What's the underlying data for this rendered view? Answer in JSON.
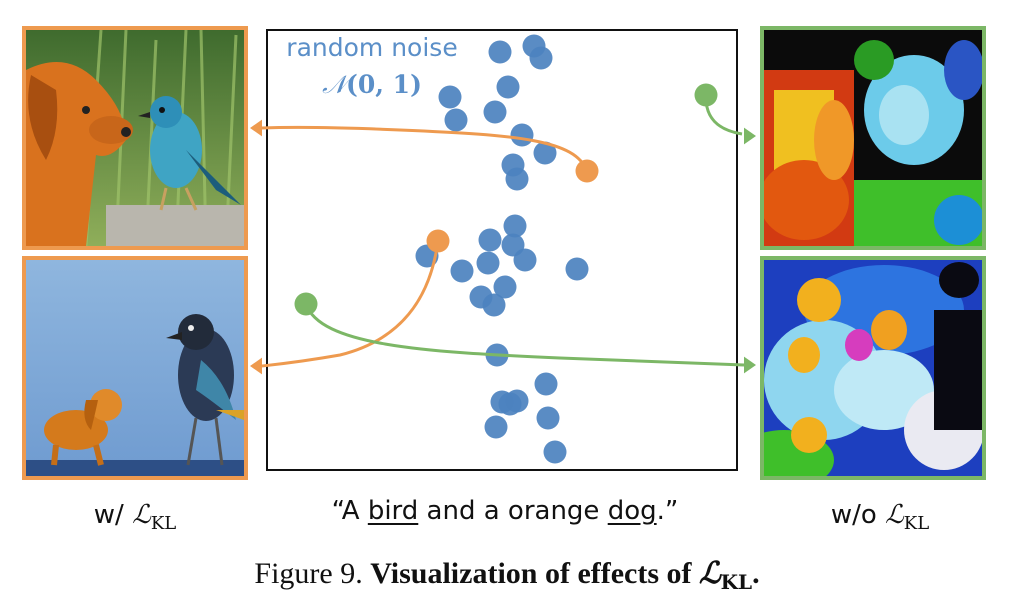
{
  "noise": {
    "title": "random noise",
    "distribution": {
      "symbol": "𝒩",
      "args": "(0, 1)"
    }
  },
  "labels": {
    "with": {
      "prefix": "w/ ",
      "symbol": "ℒ",
      "sub": "KL"
    },
    "without": {
      "prefix": "w/o ",
      "symbol": "ℒ",
      "sub": "KL"
    }
  },
  "prompt": {
    "open": "“A ",
    "word1": "bird",
    "middle": " and a orange ",
    "word2": "dog",
    "close": ".”"
  },
  "caption": {
    "prefix": "Figure 9. ",
    "bold": "Visualization of effects of ",
    "symbol": "ℒ",
    "sub": "KL",
    "end": "."
  },
  "colors": {
    "noise_dot": "#4C82BF",
    "with_kl": "#EE9A4F",
    "without_kl": "#7CB766",
    "border": "#111111"
  },
  "images": {
    "with_top": "photo-dog-and-bird",
    "with_bottom": "photo-dog-and-bird-blue-sky",
    "without_top": "noisy-color-blotches",
    "without_bottom": "noisy-color-blotches"
  }
}
